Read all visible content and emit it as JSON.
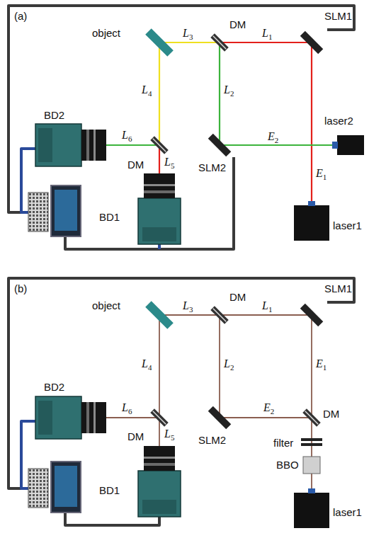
{
  "diagram": {
    "labels": [
      "(a)",
      "object",
      "DM",
      "SLM1",
      "L1",
      "L3",
      "L2",
      "L4",
      "BD2",
      "L6",
      "DM",
      "L5",
      "SLM2",
      "E2",
      "laser2",
      "E1",
      "laser1",
      "BD1",
      "(b)",
      "object",
      "DM",
      "SLM1",
      "L3",
      "L1",
      "L4",
      "L2",
      "E1",
      "BD2",
      "L6",
      "DM",
      "E2",
      "DM",
      "L5",
      "SLM2",
      "filter",
      "BBO",
      "laser1",
      "BD1"
    ]
  }
}
